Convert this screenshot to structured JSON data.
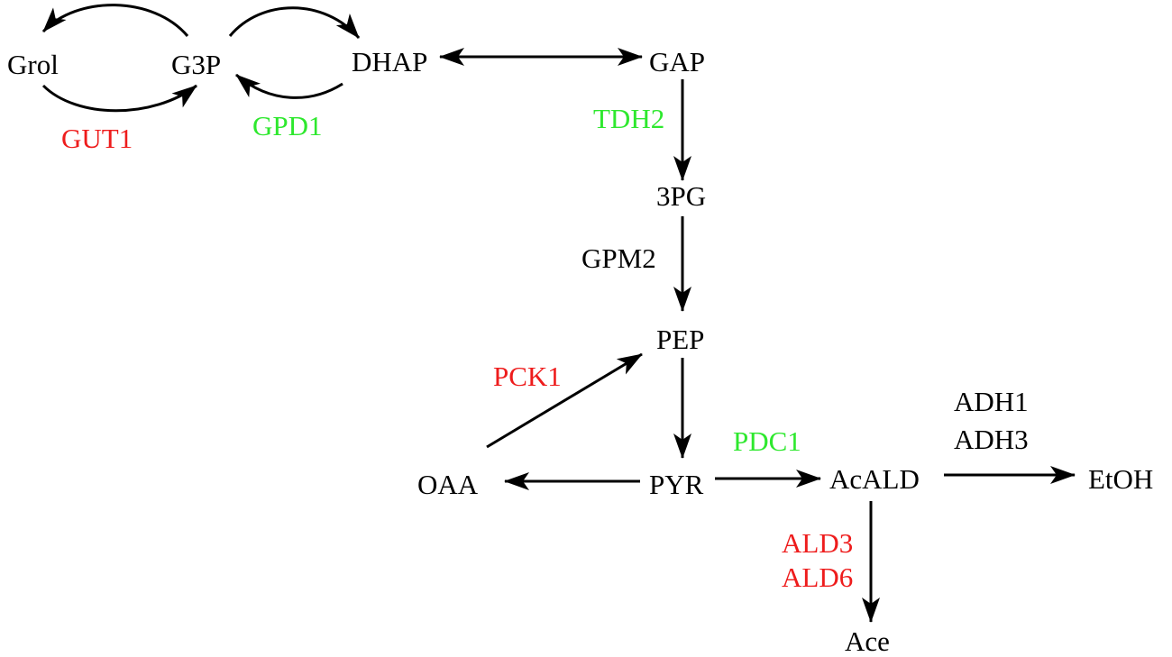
{
  "colors": {
    "black": "#000000",
    "upregulated": "#2ee82e",
    "downregulated": "#ee1c1c"
  },
  "metabolites": {
    "grol": "Grol",
    "g3p": "G3P",
    "dhap": "DHAP",
    "gap": "GAP",
    "pg3": "3PG",
    "pep": "PEP",
    "pyr": "PYR",
    "oaa": "OAA",
    "acald": "AcALD",
    "etoh": "EtOH",
    "ace": "Ace"
  },
  "enzymes": {
    "gut1": {
      "label": "GUT1",
      "color": "downregulated"
    },
    "gpd1": {
      "label": "GPD1",
      "color": "upregulated"
    },
    "tdh2": {
      "label": "TDH2",
      "color": "upregulated"
    },
    "gpm2": {
      "label": "GPM2",
      "color": "black"
    },
    "pck1": {
      "label": "PCK1",
      "color": "downregulated"
    },
    "pdc1": {
      "label": "PDC1",
      "color": "upregulated"
    },
    "adh1": {
      "label": "ADH1",
      "color": "black"
    },
    "adh3": {
      "label": "ADH3",
      "color": "black"
    },
    "ald3": {
      "label": "ALD3",
      "color": "downregulated"
    },
    "ald6": {
      "label": "ALD6",
      "color": "downregulated"
    }
  }
}
